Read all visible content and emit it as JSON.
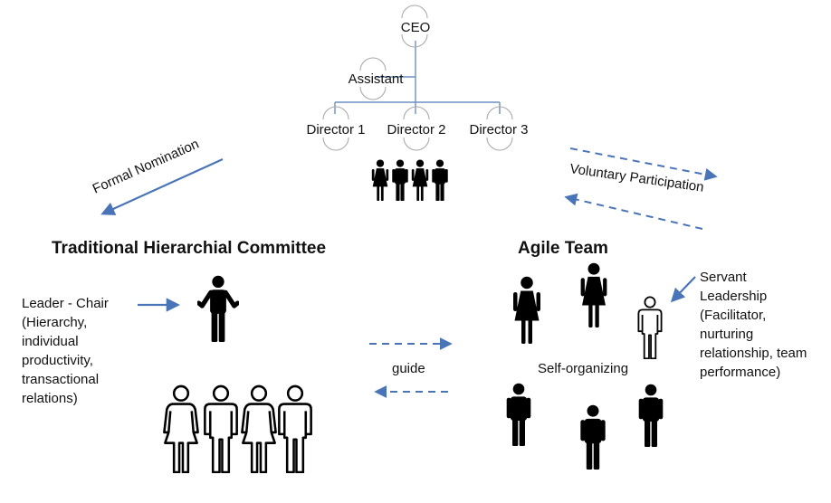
{
  "org_chart": {
    "ceo": "CEO",
    "assistant": "Assistant",
    "directors": [
      "Director 1",
      "Director 2",
      "Director 3"
    ]
  },
  "arrows": {
    "formal_nomination": "Formal Nomination",
    "voluntary_participation": "Voluntary Participation",
    "guide": "guide"
  },
  "traditional": {
    "title": "Traditional Hierarchial Committee",
    "leader_lines": [
      "Leader - Chair",
      "(Hierarchy,",
      "individual",
      "productivity,",
      "transactional",
      "relations)"
    ]
  },
  "agile": {
    "title": "Agile Team",
    "self_organizing": "Self-organizing",
    "servant_lines": [
      "Servant",
      "Leadership",
      "(Facilitator,",
      "nurturing",
      "relationship, team",
      "performance)"
    ]
  },
  "colors": {
    "arrow_blue": "#4a74b8",
    "line_blue": "#6f8fc0",
    "figure": "#000000"
  }
}
